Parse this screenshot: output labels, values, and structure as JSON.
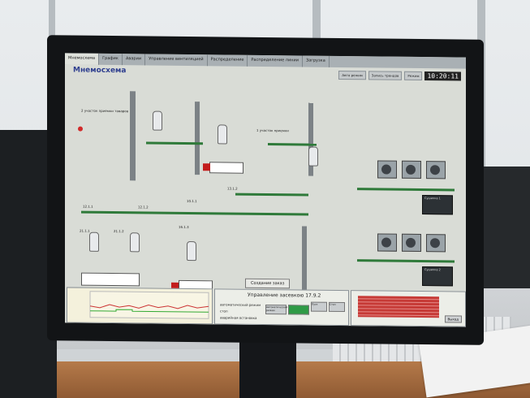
{
  "tabs": [
    "Мнемосхема",
    "График",
    "Аварии",
    "Управление вентиляцией",
    "Распределение",
    "Распределение линии",
    "Загрузка"
  ],
  "page_title": "Мнемосхема",
  "status_buttons": [
    "Авто режим",
    "Запись трендов",
    "Режим"
  ],
  "clock": "10:20:11",
  "labels": {
    "truck_left": "2 участок приемки товаров",
    "truck_right": "1 участок приемки",
    "line_a": "12.1.1",
    "line_b": "12.1.2",
    "line_c": "10.1.1",
    "line_d": "13.1.2",
    "line_e": "21.1.1",
    "line_f": "21.1.2",
    "line_g": "16.1.3",
    "ctrl_top": "Сушилка 1",
    "ctrl_bottom": "Сушилка 2"
  },
  "create_button": "Создание заказ",
  "control_panel": {
    "title": "Управление засевкою 17.9.2",
    "legend": [
      "автоматический режим",
      "стоп",
      "аварийная остановка"
    ],
    "buttons": [
      "Автоматический режим",
      "",
      "Пуск",
      "Стоп"
    ]
  },
  "alarms_panel": {
    "ack_button": "Выход"
  },
  "colors": {
    "pipe": "#2f7a3a",
    "alarm": "#d12a2a",
    "title": "#2f3f8f",
    "alarm_list": "#c63a36"
  }
}
